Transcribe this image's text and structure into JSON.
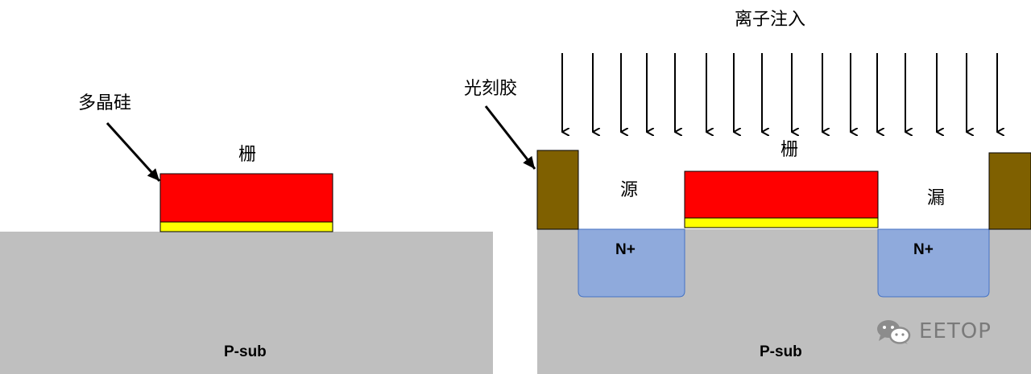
{
  "left_panel": {
    "label_polysilicon": "多晶硅",
    "label_gate": "栅",
    "label_substrate": "P-sub"
  },
  "right_panel": {
    "label_ion_implant": "离子注入",
    "label_photoresist": "光刻胶",
    "label_gate": "栅",
    "label_source": "源",
    "label_drain": "漏",
    "label_n_left": "N+",
    "label_n_right": "N+",
    "label_substrate": "P-sub"
  },
  "watermark": {
    "text": "EETOP",
    "icon": "wechat-icon"
  },
  "colors": {
    "substrate": "#bfbfbf",
    "gate_poly": "#ff0000",
    "gate_oxide": "#ffff00",
    "photoresist": "#7f6000",
    "n_plus": "#8faadc",
    "arrow": "#000000"
  }
}
